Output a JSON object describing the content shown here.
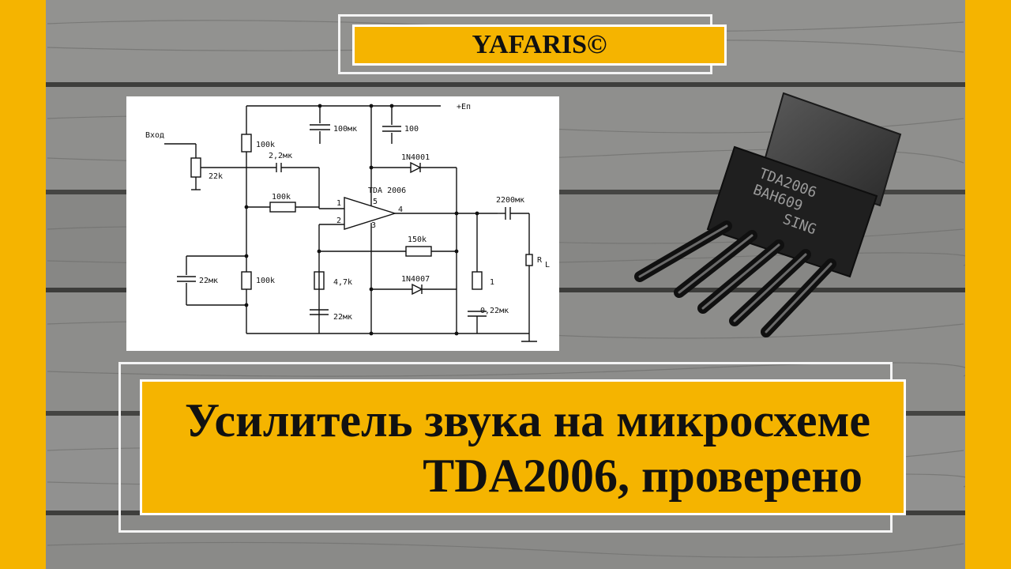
{
  "header": {
    "brand": "YAFARIS©"
  },
  "title": {
    "line1": "Усилитель звука на микросхеме",
    "line2": "TDA2006, проверено"
  },
  "schematic": {
    "input_label": "Вход",
    "supply_label": "+Eп",
    "ic_label": "TDA 2006",
    "pins": [
      "1",
      "2",
      "3",
      "4",
      "5"
    ],
    "components": {
      "pot": "22k",
      "r_top_bias": "100k",
      "c_in": "2,2мк",
      "r_fb_in": "100k",
      "c_bias": "22мк",
      "r_bottom_bias": "100k",
      "c_supply1": "100мк",
      "c_supply2": "100",
      "d1": "1N4001",
      "c_out": "2200мк",
      "load": "R",
      "load_sub": "L",
      "r_feedback": "150k",
      "d2": "1N4007",
      "r_gain": "4,7k",
      "c_gain": "22мк",
      "r_zobel": "1",
      "c_zobel": "0,22мк"
    }
  },
  "chip": {
    "marking1": "TDA2006",
    "marking2": "BAH609",
    "marking3": "SING"
  },
  "colors": {
    "accent": "#f5b400",
    "wood": "#8a8a88"
  }
}
